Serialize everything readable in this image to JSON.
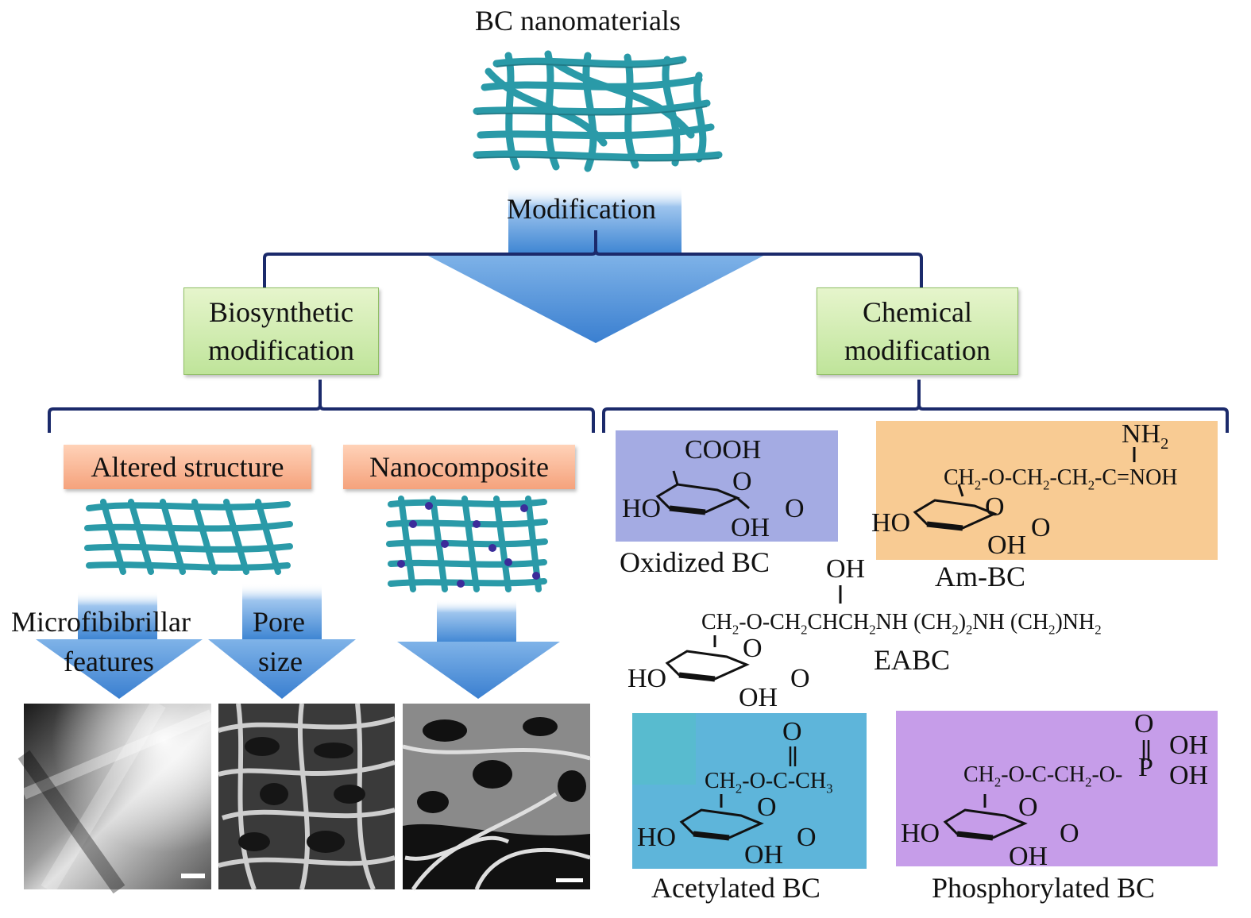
{
  "title": "BC nanomaterials",
  "modification": "Modification",
  "branches": {
    "biosynthetic": {
      "line1": "Biosynthetic",
      "line2": "modification"
    },
    "chemical": {
      "line1": "Chemical",
      "line2": "modification"
    }
  },
  "biosynthetic_types": {
    "altered": "Altered structure",
    "nanocomposite": "Nanocomposite"
  },
  "feature_labels": {
    "micro_line1": "Microfibibrillar",
    "micro_line2": "features",
    "pore_line1": "Pore",
    "pore_line2": "size"
  },
  "chemical_products": {
    "oxidized": "Oxidized BC",
    "am": "Am-BC",
    "eabc": "EABC",
    "acetylated": "Acetylated BC",
    "phosphorylated": "Phosphorylated BC"
  },
  "formula_text": {
    "cooh": "COOH",
    "o": "O",
    "ho": "HO",
    "oh": "OH",
    "nh2": "NH",
    "nh2_sub": "2",
    "o_chain": "O"
  },
  "colors": {
    "bracket": "#1b2a6b",
    "arrow_blue": "#4a8fd6",
    "green_box": "#cfeaa8",
    "orange_box": "#f7b08d",
    "oxidized_panel": "#9fa8e0",
    "am_panel": "#f7c98e",
    "acetylated_panel": "#5fb3d9",
    "phosphorylated_panel": "#c49ae6",
    "fiber": "#2a9aa8"
  }
}
